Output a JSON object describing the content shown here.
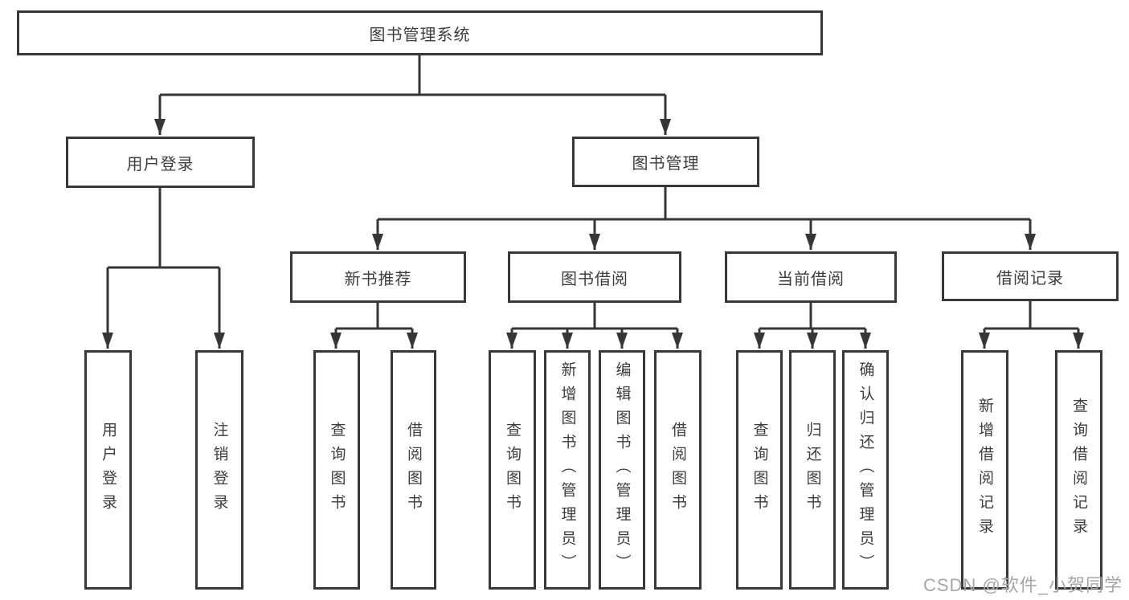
{
  "diagram": {
    "title": "图书管理系统",
    "branches": {
      "user_login": {
        "label": "用户登录",
        "children": {
          "login": "用户登录",
          "logout": "注销登录"
        }
      },
      "book_management": {
        "label": "图书管理",
        "sections": {
          "new_book_recommend": {
            "label": "新书推荐",
            "children": {
              "query_book": "查询图书",
              "borrow_book": "借阅图书"
            }
          },
          "book_borrow": {
            "label": "图书借阅",
            "children": {
              "query_book": "查询图书",
              "add_book": "新增图书（管理员）",
              "edit_book": "编辑图书（管理员）",
              "borrow_book": "借阅图书"
            }
          },
          "current_borrow": {
            "label": "当前借阅",
            "children": {
              "query_book": "查询图书",
              "return_book": "归还图书",
              "confirm_return": "确认归还（管理员）"
            }
          },
          "borrow_records": {
            "label": "借阅记录",
            "children": {
              "add_record": "新增借阅记录",
              "query_record": "查询借阅记录"
            }
          }
        }
      }
    }
  },
  "watermark": "CSDN @软件_小贺同学",
  "colors": {
    "line": "#363636",
    "box_border": "#383838",
    "text": "#3d3d3d",
    "watermark": "#a6a6a6",
    "background": "#ffffff"
  }
}
